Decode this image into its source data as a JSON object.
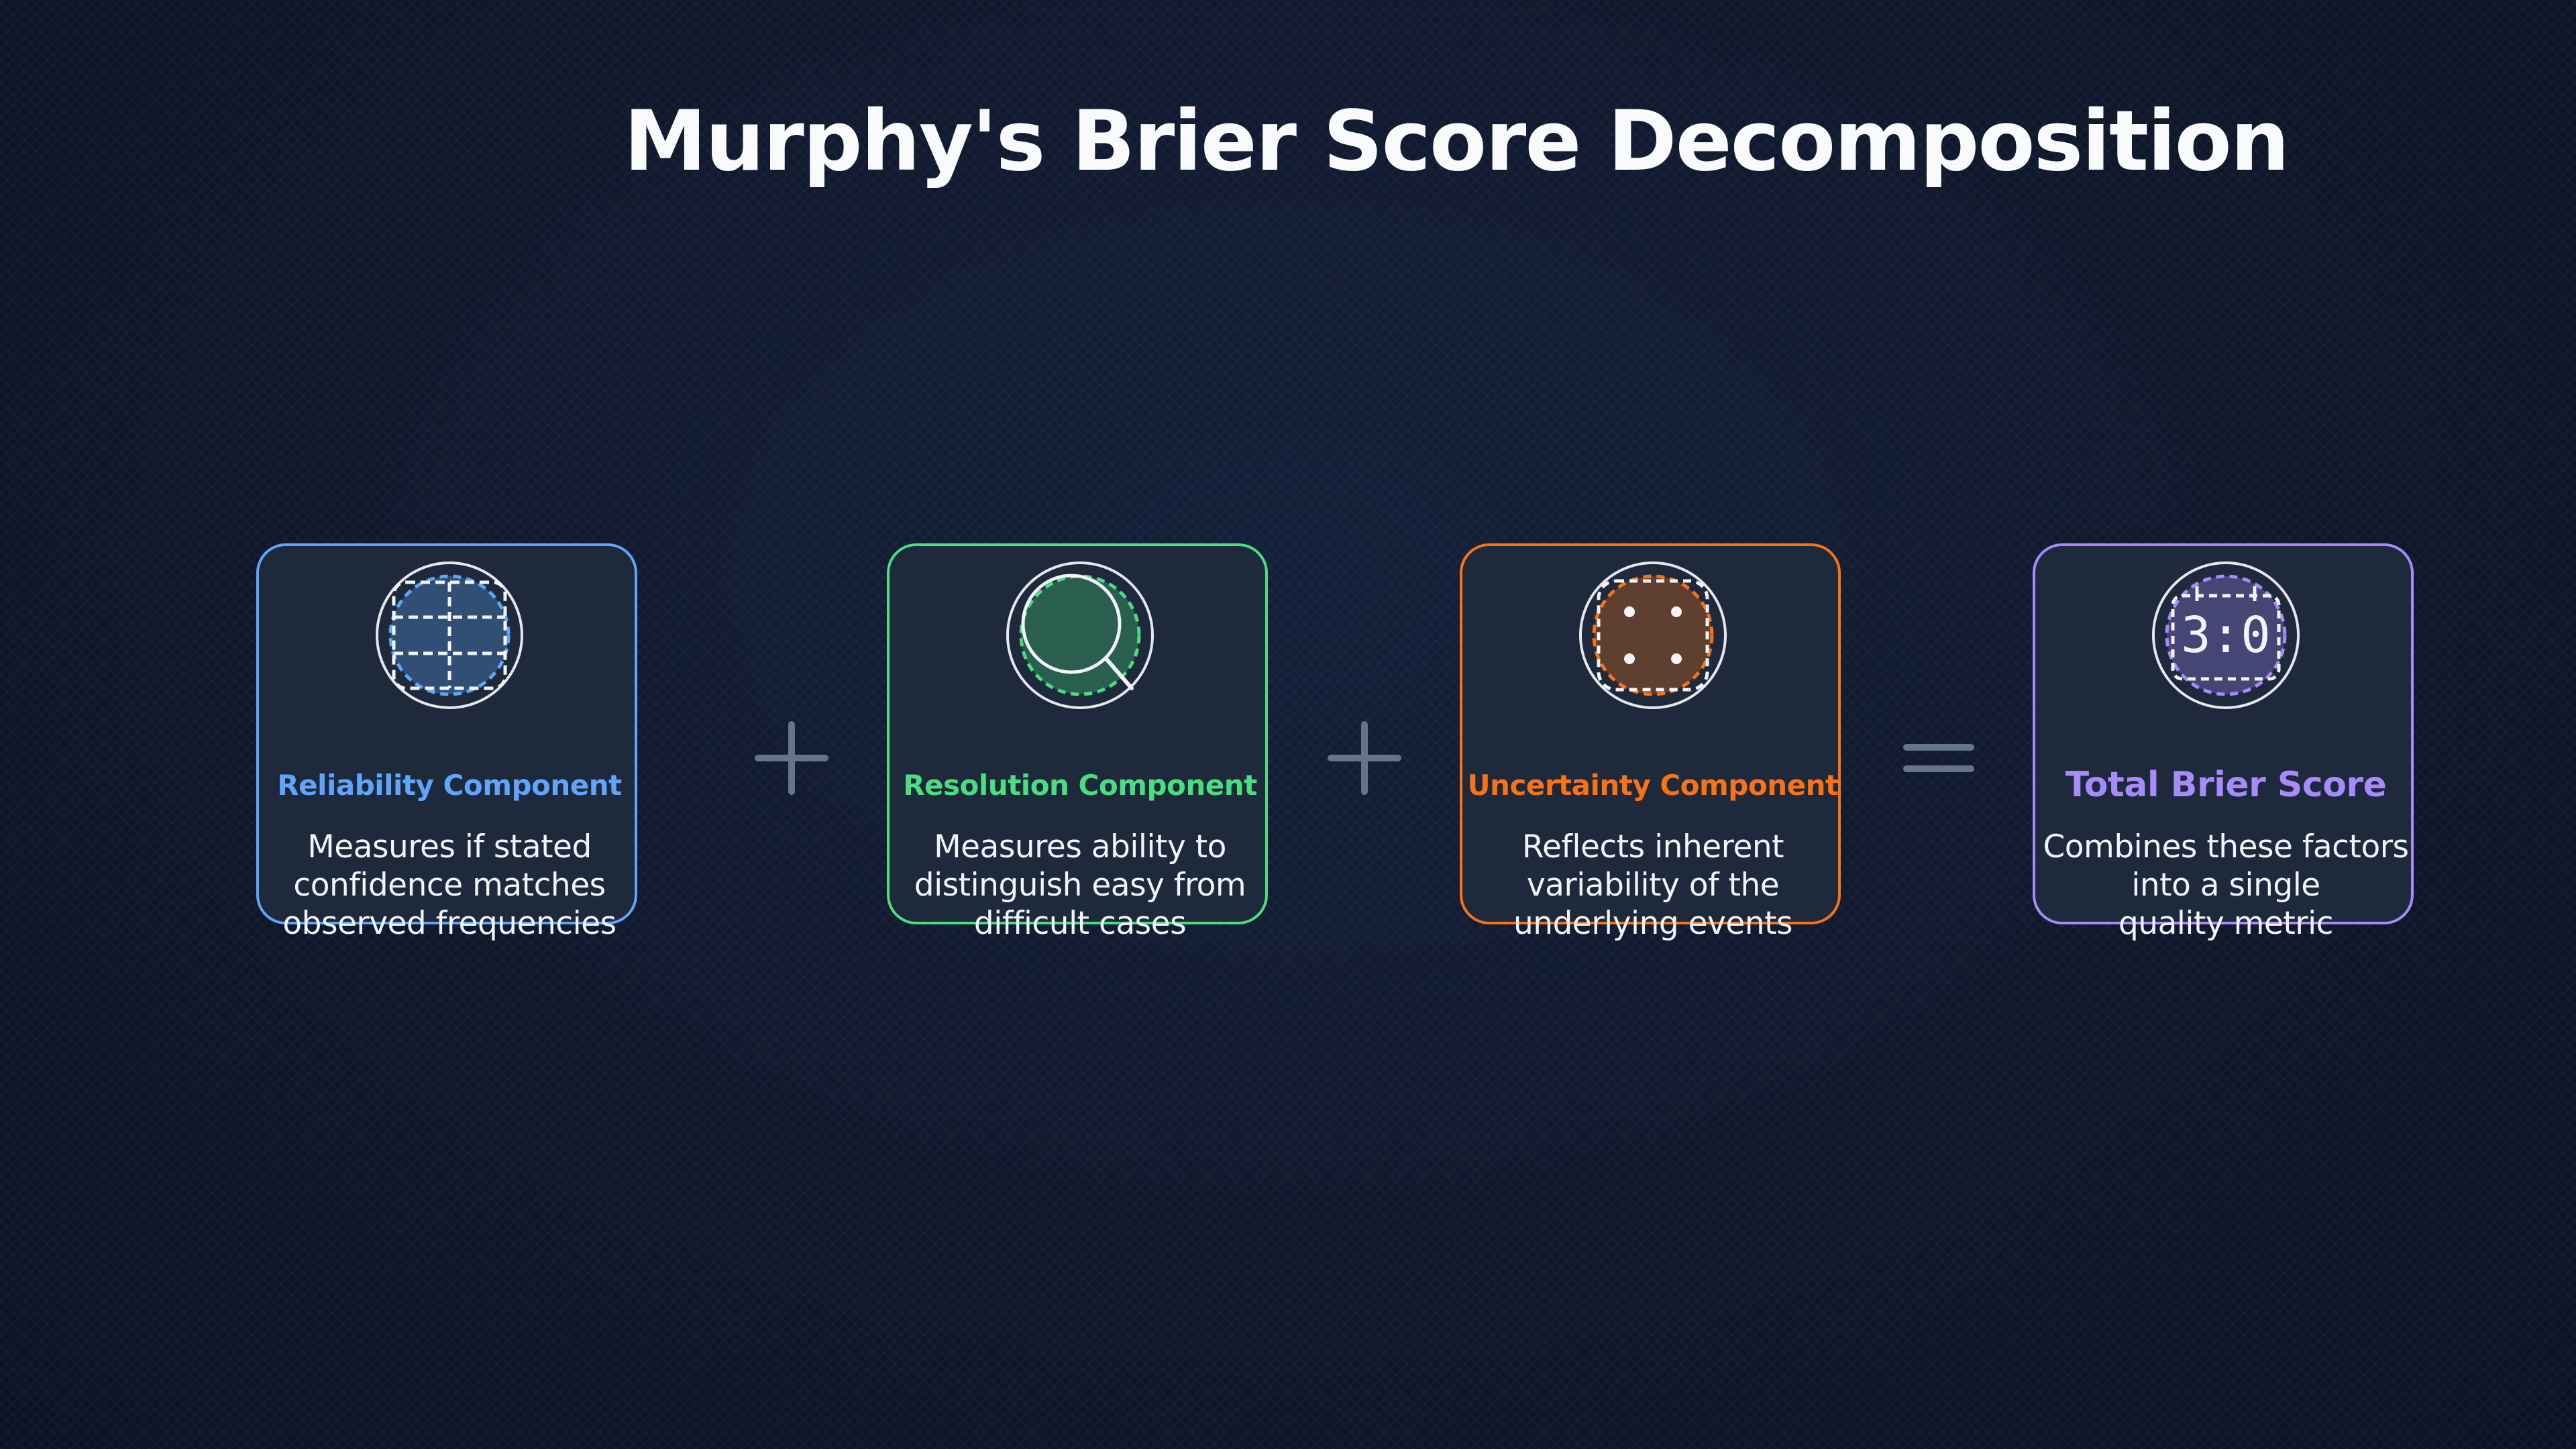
{
  "title": "Murphy's Brier Score Decomposition",
  "colors": {
    "background": "#0f172a",
    "card_background": "#1e293b",
    "operator": "#64748b"
  },
  "cards": [
    {
      "title": "Reliability Component",
      "description_lines": [
        "Measures if stated",
        "confidence matches",
        "observed frequencies"
      ],
      "color": "#60a5fa",
      "icon": "grid-icon"
    },
    {
      "title": "Resolution Component",
      "description_lines": [
        "Measures ability to",
        "distinguish easy from",
        "difficult cases"
      ],
      "color": "#4ade80",
      "icon": "magnifier-icon"
    },
    {
      "title": "Uncertainty Component",
      "description_lines": [
        "Reflects inherent",
        "variability of the",
        "underlying events"
      ],
      "color": "#f97316",
      "icon": "dice-icon"
    },
    {
      "title": "Total Brier Score",
      "description_lines": [
        "Combines these factors",
        "into a single",
        "quality metric"
      ],
      "color": "#a78bfa",
      "icon": "scoreboard-icon",
      "icon_text": "3:0"
    }
  ],
  "operators": [
    "plus",
    "plus",
    "equals"
  ]
}
